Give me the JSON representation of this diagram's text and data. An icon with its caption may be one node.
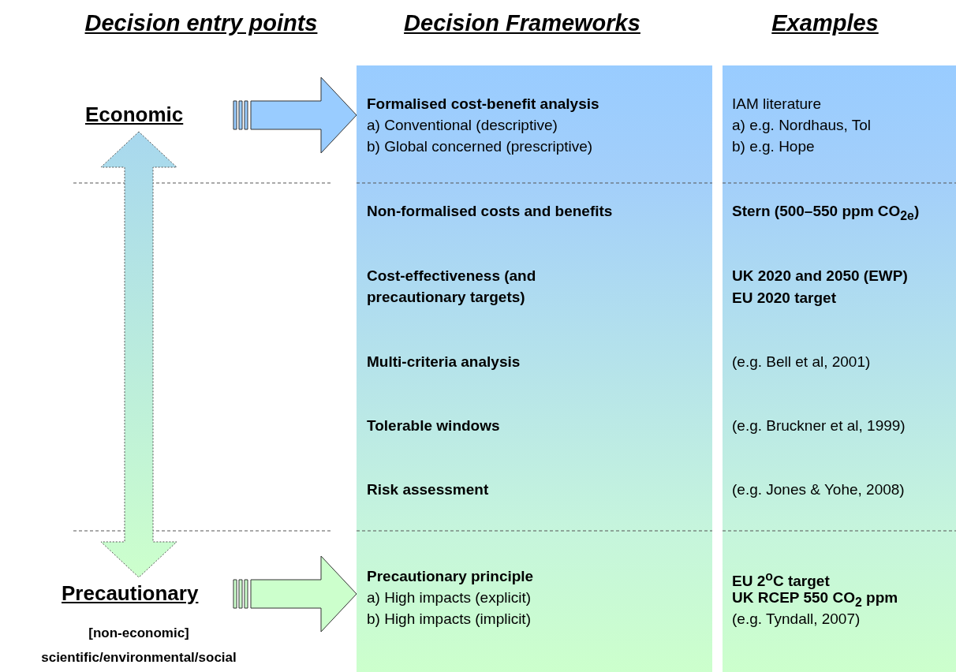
{
  "diagram": {
    "nodes": [
      {
        "text": [
          "Economic"
        ]
      },
      {
        "text": [
          "Precautionary"
        ],
        "beside": [
          "[non-economic] scientific/environmental/social"
        ]
      },
      {
        "text": [
          "Formalised cost-benefit analysis",
          "a) Conventional (descriptive)",
          "b) Global concerned (prescriptive)"
        ]
      },
      {
        "text": [
          "Non-formalised costs and benefits"
        ]
      },
      {
        "text": [
          "Cost-effectiveness (and precautionary targets)"
        ]
      },
      {
        "text": [
          "Multi-criteria analysis"
        ]
      },
      {
        "text": [
          "Tolerable windows"
        ]
      },
      {
        "text": [
          "Risk assessment"
        ]
      },
      {
        "text": [
          "Precautionary principle",
          "a) High impacts (explicit)",
          "b) High impacts (implicit)"
        ]
      }
    ],
    "edges": [
      {
        "from": 0,
        "to": 2,
        "arrow": "to"
      },
      {
        "from": 0,
        "to": 1,
        "arrow": "both"
      },
      {
        "from": 1,
        "to": 8,
        "arrow": "to"
      }
    ],
    "labels": [
      "Decision entry points",
      "Decision Frameworks",
      "Examples",
      "IAM literature",
      "a) e.g. Nordhaus, Tol",
      "b) e.g. Hope",
      "Stern (500–550 ppm CO$_{2e}$)",
      "UK 2020 and 2050 (EWP)",
      "EU 2020 target",
      "(e.g. Bell et al, 2001)",
      "(e.g. Bruckner et al, 1999)",
      "(e.g. Jones & Yohe, 2008)",
      "EU 2$^{o}$C target",
      "UK RCEP 550 CO$_{2}$ ppm",
      "(e.g. Tyndall, 2007)"
    ]
  }
}
